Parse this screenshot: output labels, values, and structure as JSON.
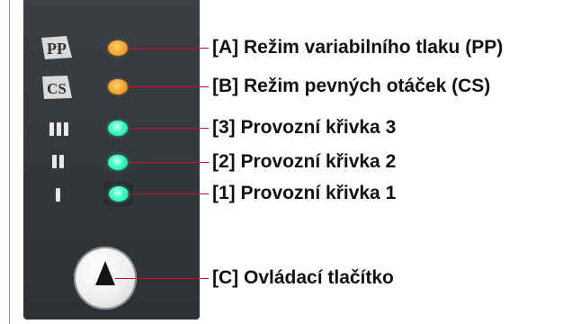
{
  "labels": {
    "a": "[A] Režim variabilního tlaku (PP)",
    "b": "[B] Režim pevných otáček (CS)",
    "c3": "[3] Provozní křivka 3",
    "c2": "[2] Provozní křivka 2",
    "c1": "[1] Provozní křivka 1",
    "btn": "[C] Ovládací tlačítko"
  },
  "icons": {
    "pp": "PP",
    "cs": "CS"
  },
  "colors": {
    "panel": "#34383c",
    "led_orange": "#f4a52e",
    "led_green": "#37ffc5",
    "leader_line": "#c8102e",
    "label_text": "#111111"
  },
  "indicators": [
    {
      "id": "pp",
      "state": "on",
      "color": "orange"
    },
    {
      "id": "cs",
      "state": "on",
      "color": "orange"
    },
    {
      "id": "curve3",
      "state": "on",
      "color": "green"
    },
    {
      "id": "curve2",
      "state": "on",
      "color": "green"
    },
    {
      "id": "curve1",
      "state": "on",
      "color": "green"
    }
  ]
}
